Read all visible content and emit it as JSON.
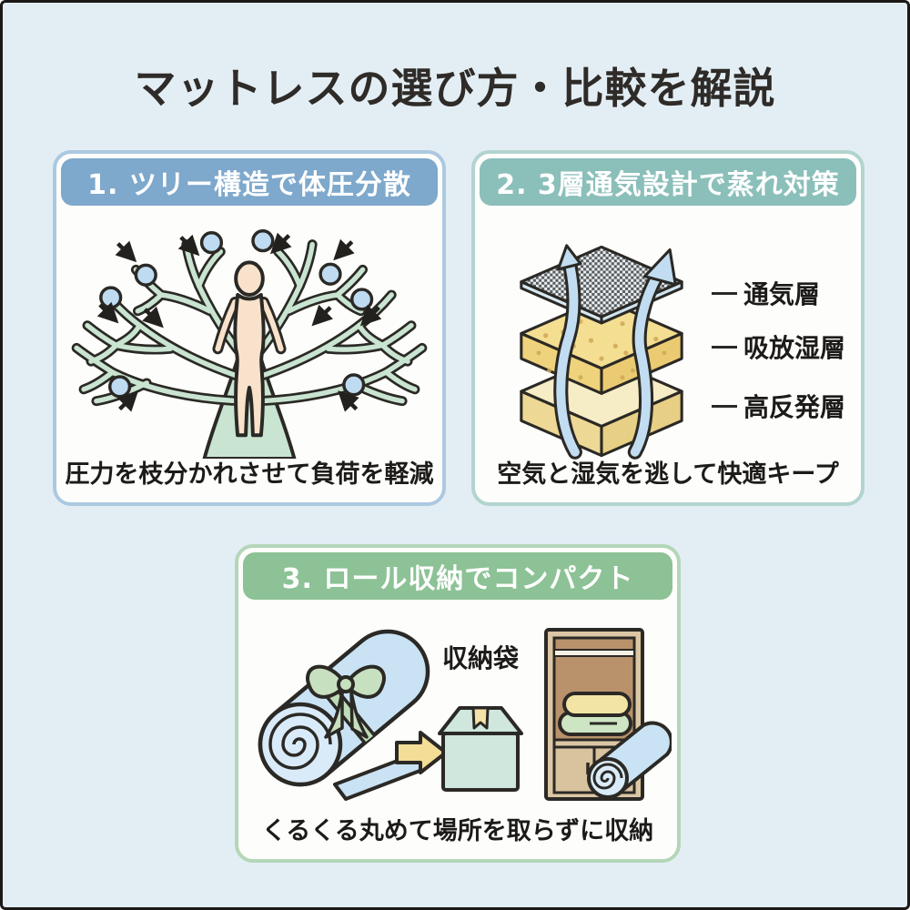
{
  "page": {
    "background_color": "#E3EEF4",
    "frame_border_color": "#1b1917"
  },
  "title": "マットレスの選び方・比較を解説",
  "panels": [
    {
      "id": "tree-pressure",
      "number_label": "1. ツリー構造で体圧分散",
      "caption": "圧力を枝分かれさせて負荷を軽減",
      "accent_color": "#7EA8CC",
      "border_color": "#ABC9E0"
    },
    {
      "id": "ventilation",
      "number_label": "2. 3層通気設計で蒸れ対策",
      "caption": "空気と湿気を逃して快適キープ",
      "accent_color": "#8BBFBA",
      "border_color": "#B2D4CF",
      "layer_labels": [
        "通気層",
        "吸放湿層",
        "高反発層"
      ]
    },
    {
      "id": "roll-storage",
      "number_label": "3. ロール収納でコンパクト",
      "caption": "くるくる丸めて場所を取らずに収納",
      "accent_color": "#8CC295",
      "border_color": "#B4D6B8",
      "bag_label": "収納袋"
    }
  ]
}
